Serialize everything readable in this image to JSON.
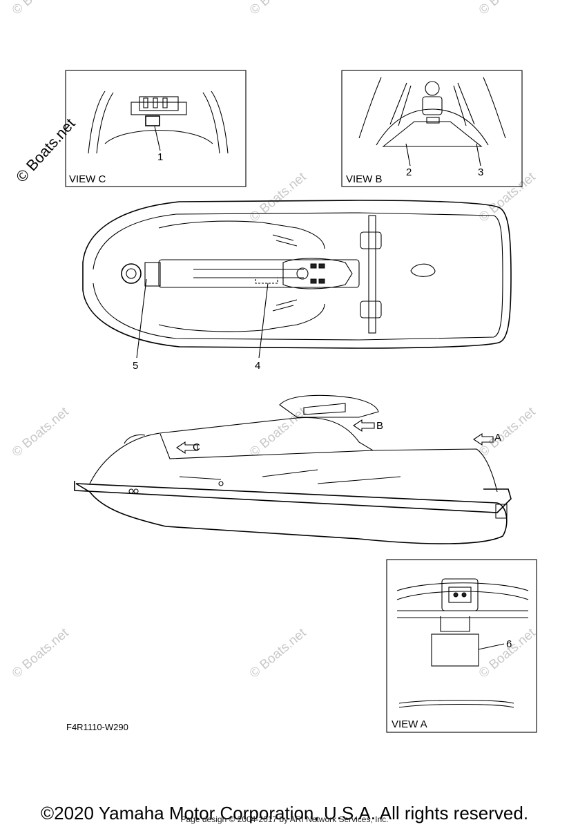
{
  "brand_watermark": "© Boats.net",
  "part_code": "F4R1110-W290",
  "copyright": "©2020 Yamaha Motor Corporation, U.S.A. All rights reserved.",
  "page_design": "Page design © 2004-2017 by ARI Network Services, Inc.",
  "views": {
    "c": "VIEW C",
    "b": "VIEW B",
    "a": "VIEW A"
  },
  "callouts": [
    "1",
    "2",
    "3",
    "4",
    "5",
    "6"
  ],
  "arrows": {
    "a": "A",
    "b": "B",
    "c": "C"
  }
}
